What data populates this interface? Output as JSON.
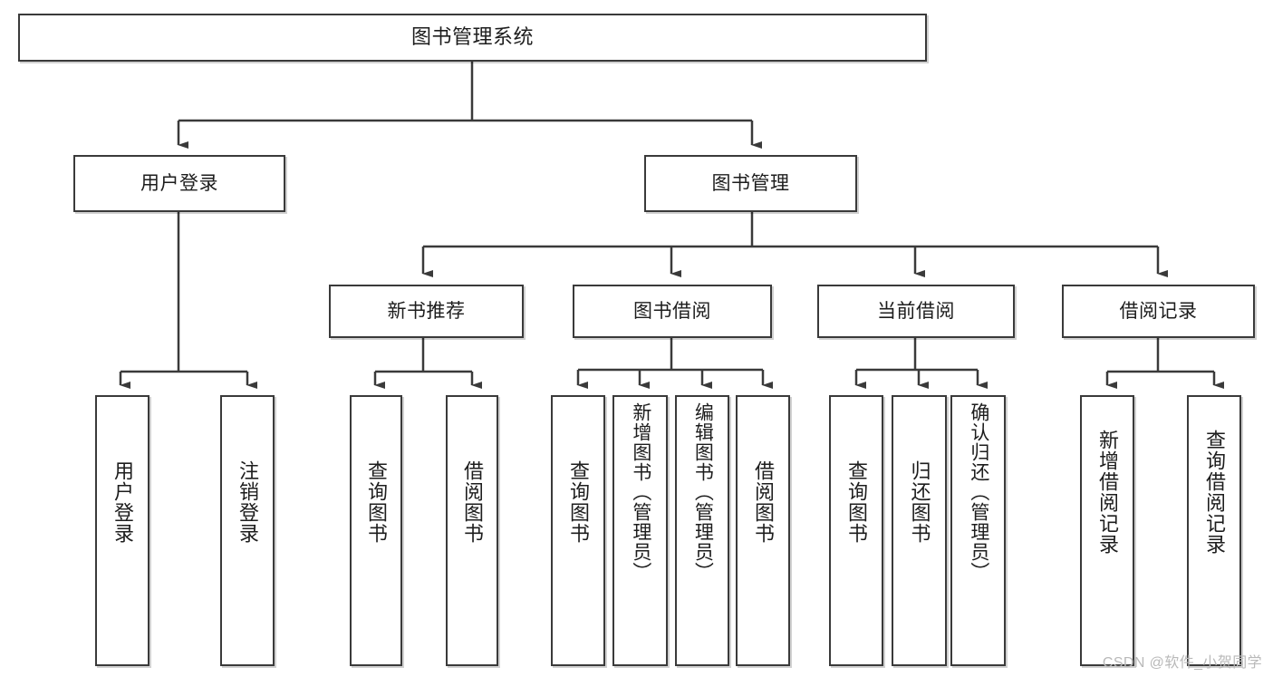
{
  "diagram": {
    "title": "图书管理系统",
    "type": "tree",
    "root": {
      "label": "图书管理系统"
    },
    "level2": [
      {
        "label": "用户登录"
      },
      {
        "label": "图书管理"
      }
    ],
    "level3": [
      {
        "label": "新书推荐"
      },
      {
        "label": "图书借阅"
      },
      {
        "label": "当前借阅"
      },
      {
        "label": "借阅记录"
      }
    ],
    "leaves": {
      "user_login": [
        {
          "label": "用户登录"
        },
        {
          "label": "注销登录"
        }
      ],
      "new_book": [
        {
          "label": "查询图书"
        },
        {
          "label": "借阅图书"
        }
      ],
      "book_borrow": [
        {
          "label": "查询图书"
        },
        {
          "label": "新增图书（管理员）"
        },
        {
          "label": "编辑图书（管理员）"
        },
        {
          "label": "借阅图书"
        }
      ],
      "current_borrow": [
        {
          "label": "查询图书"
        },
        {
          "label": "归还图书"
        },
        {
          "label": "确认归还（管理员）"
        }
      ],
      "borrow_record": [
        {
          "label": "新增借阅记录"
        },
        {
          "label": "查询借阅记录"
        }
      ]
    }
  },
  "watermark": {
    "text": "CSDN @软件_小贺同学"
  },
  "colors": {
    "stroke": "#3a3a3a",
    "text": "#1d1d1d",
    "background": "#ffffff",
    "watermark": "#b9b9b9"
  }
}
